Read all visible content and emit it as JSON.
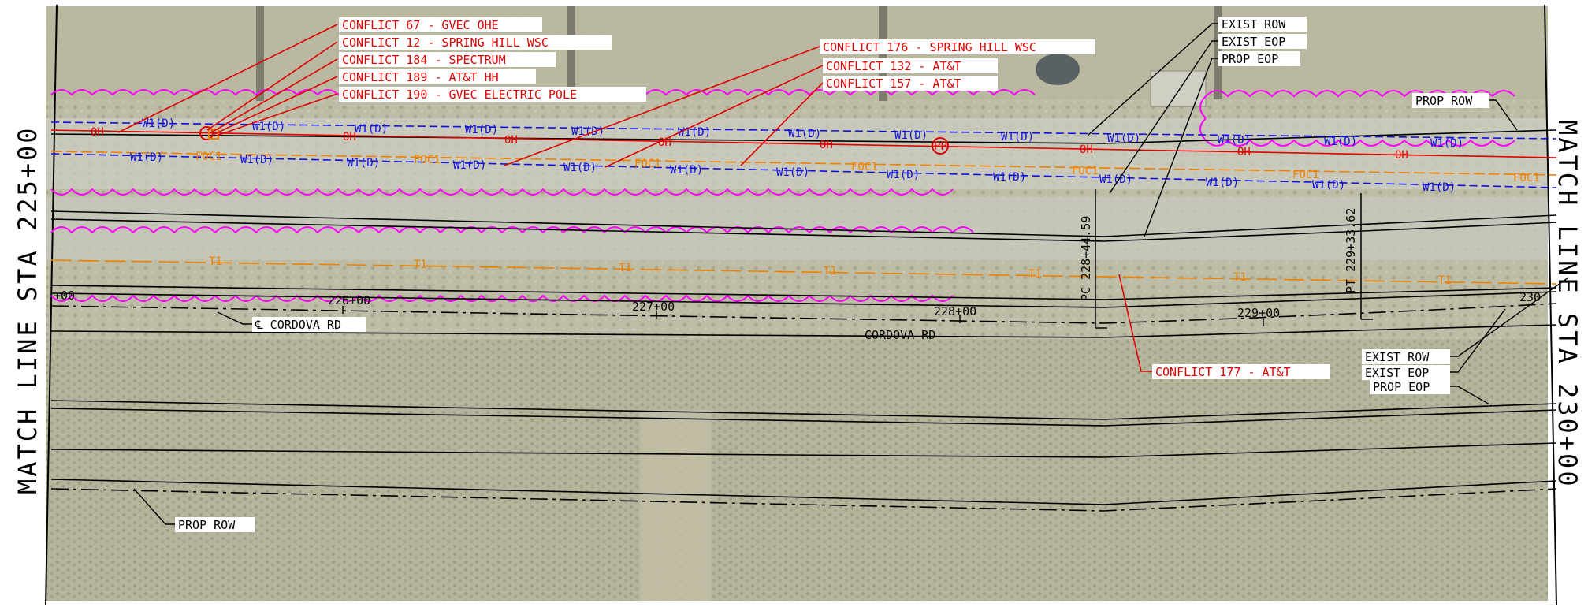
{
  "match_lines": {
    "left": "MATCH LINE STA 225+00",
    "right": "MATCH LINE STA 230+00"
  },
  "conflicts": {
    "c67": "CONFLICT 67 - GVEC OHE",
    "c12": "CONFLICT 12 - SPRING HILL WSC",
    "c184": "CONFLICT 184 - SPECTRUM",
    "c189": "CONFLICT 189 - AT&T HH",
    "c190": "CONFLICT 190 - GVEC ELECTRIC POLE",
    "c176": "CONFLICT 176 - SPRING HILL WSC",
    "c132": "CONFLICT 132 - AT&T",
    "c157": "CONFLICT 157 - AT&T",
    "c177": "CONFLICT 177 - AT&T"
  },
  "row_labels": {
    "exist_row": "EXIST ROW",
    "exist_eop": "EXIST EOP",
    "prop_eop": "PROP EOP",
    "prop_row": "PROP ROW"
  },
  "road": {
    "centerline": "℄ CORDOVA RD",
    "name": "CORDOVA RD"
  },
  "stations": {
    "s225": "+00",
    "s226": "226+00",
    "s227": "227+00",
    "s228": "228+00",
    "s229": "229+00",
    "s230": "230"
  },
  "curve_points": {
    "pc": "PC 228+44.59",
    "pt": "PT 229+33.62"
  },
  "utility_codes": {
    "water": "W1(D)",
    "overhead": "OH",
    "fiber": "FOC1",
    "telecom": "T1",
    "pole": "PP"
  },
  "colors": {
    "water_line": "#1010e0",
    "overhead_line": "#e00000",
    "fiber_line": "#f08000",
    "revision_cloud": "#ff00ff",
    "callout": "#e00000"
  }
}
